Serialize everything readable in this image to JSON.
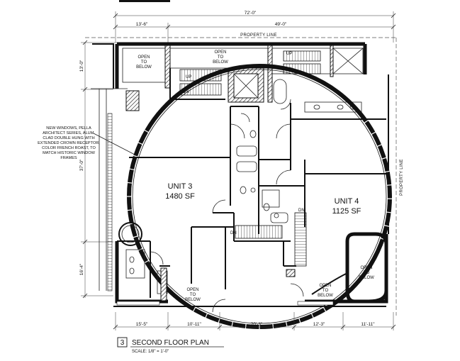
{
  "dimensions": {
    "overall": "72'-0\"",
    "top_left": "13'-6\"",
    "top_right": "49'-0\"",
    "left_upper": "13'-0\"",
    "left_middle": "37'-0\"",
    "left_lower": "16'-4\"",
    "bottom": [
      "15'-5\"",
      "10'-11\"",
      "20'-3\"",
      "12'-3\"",
      "11'-11\""
    ]
  },
  "property_line": "PROPERTY LINE",
  "rooms": {
    "open_to_below": [
      "OPEN",
      "TO",
      "BELOW"
    ]
  },
  "units": [
    {
      "name": "UNIT 3",
      "area": "1480 SF"
    },
    {
      "name": "UNIT 4",
      "area": "1125 SF"
    }
  ],
  "stairs": {
    "up": "UP",
    "down": "DN"
  },
  "callout": {
    "lines": [
      "NEW WINDOWS, PELLA",
      "ARCHITECT SERIES, ALUM.",
      "CLAD DOUBLE HUNG WITH",
      "EXTENDED CROWN RECEPTOR,",
      "COLOR FRENCH ROAST, TO",
      "MATCH HISTORIC WINDOW",
      "FRAMES"
    ]
  },
  "title_block": {
    "number": "3",
    "title": "SECOND FLOOR PLAN",
    "scale": "SCALE:  1/8\" = 1'-0\""
  }
}
